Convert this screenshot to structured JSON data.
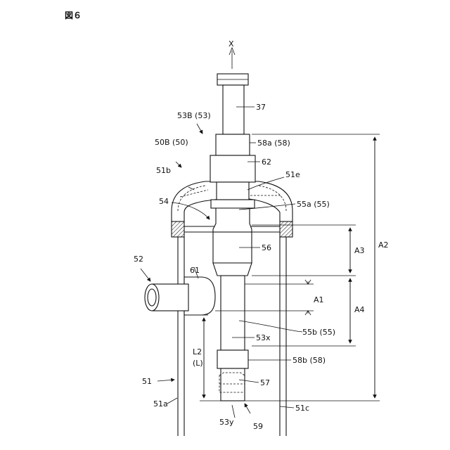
{
  "figure_title": "図６",
  "axis_label": "X",
  "labels": {
    "l37": "37",
    "l53B": "53B (53)",
    "l58a": "58a (58)",
    "l50B": "50B (50)",
    "l62": "62",
    "l51b": "51b",
    "l51e": "51e",
    "l54": "54",
    "l55a": "55a (55)",
    "l56": "56",
    "l52": "52",
    "l61": "61",
    "l53x": "53x",
    "l55b": "55b (55)",
    "l58b": "58b (58)",
    "l57": "57",
    "l51": "51",
    "l51a": "51a",
    "l53y": "53y",
    "l59": "59",
    "l51c": "51c",
    "lA1": "A1",
    "lA2": "A2",
    "lA3": "A3",
    "lA4": "A4",
    "lL2": "L2",
    "lL": "(L)"
  }
}
